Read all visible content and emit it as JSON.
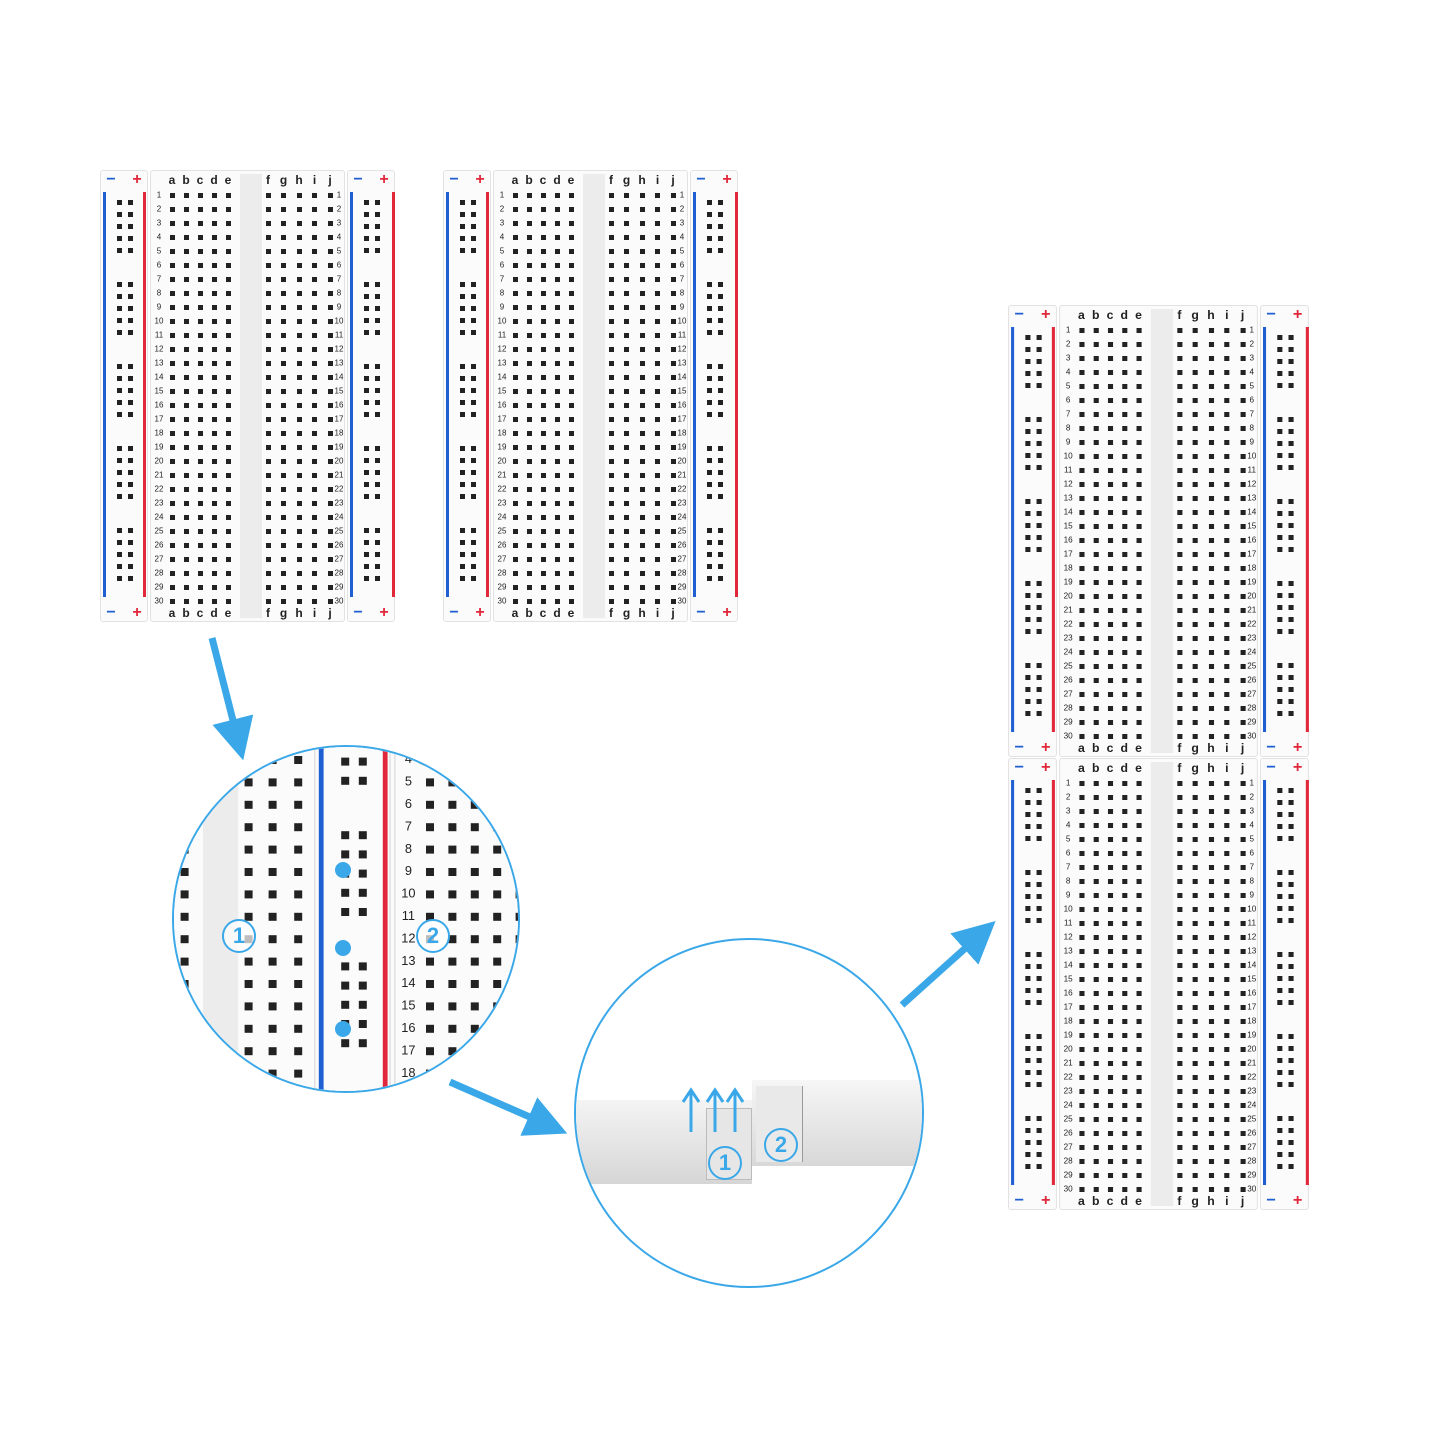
{
  "board": {
    "columns_left": [
      "a",
      "b",
      "c",
      "d",
      "e"
    ],
    "columns_right": [
      "f",
      "g",
      "h",
      "i",
      "j"
    ],
    "row_count": 30,
    "rail_minus": "−",
    "rail_plus": "+"
  },
  "steps": {
    "step1": "1",
    "step2": "2",
    "step1_lower": "1",
    "step2_lower": "2"
  },
  "colors": {
    "accent": "#3aa8e8",
    "rail_blue": "#1f5fd1",
    "rail_red": "#e0283a"
  }
}
